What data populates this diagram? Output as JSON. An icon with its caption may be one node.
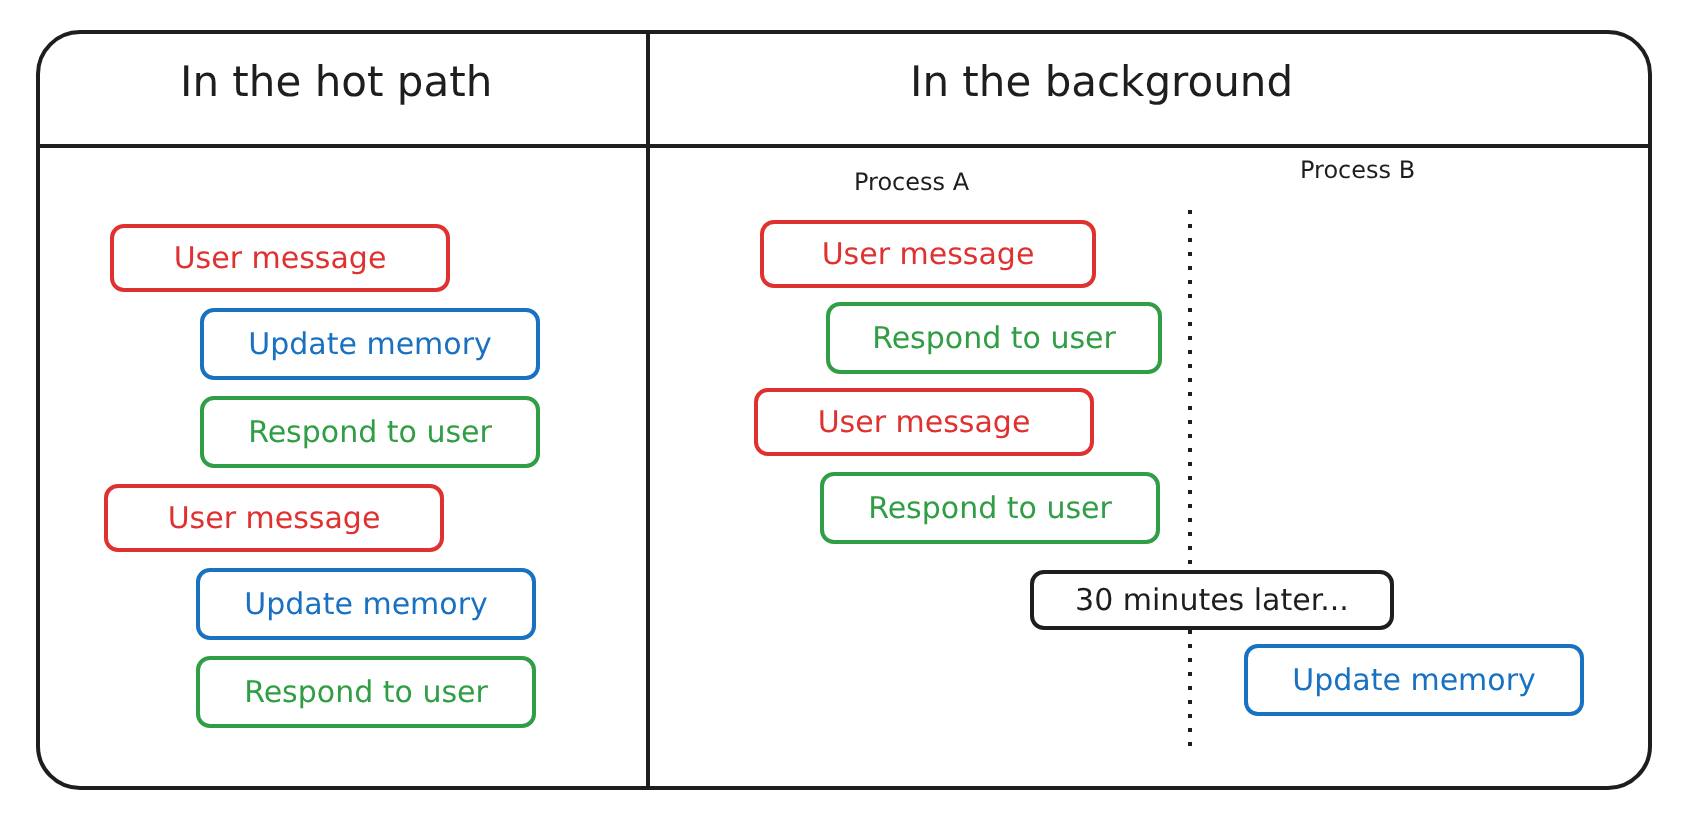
{
  "diagram": {
    "nodes": [
      {
        "text": [
          "In the hot path"
        ]
      },
      {
        "text": [
          "User message"
        ],
        "in": 0
      },
      {
        "text": [
          "Update memory"
        ],
        "in": 0
      },
      {
        "text": [
          "Respond to user"
        ],
        "in": 0
      },
      {
        "text": [
          "User message"
        ],
        "in": 0
      },
      {
        "text": [
          "Update memory"
        ],
        "in": 0
      },
      {
        "text": [
          "Respond to user"
        ],
        "in": 0
      },
      {
        "text": [
          "In the background"
        ]
      },
      {
        "text": [
          "User message"
        ],
        "in": 7
      },
      {
        "text": [
          "Respond to user"
        ],
        "in": 7
      },
      {
        "text": [
          "User message"
        ],
        "in": 7
      },
      {
        "text": [
          "Respond to user"
        ],
        "in": 7
      },
      {
        "text": [
          "30 minutes later..."
        ],
        "in": 7
      },
      {
        "text": [
          "Update memory"
        ],
        "in": 7
      }
    ],
    "labels": [
      "Process A",
      "Process B"
    ]
  }
}
